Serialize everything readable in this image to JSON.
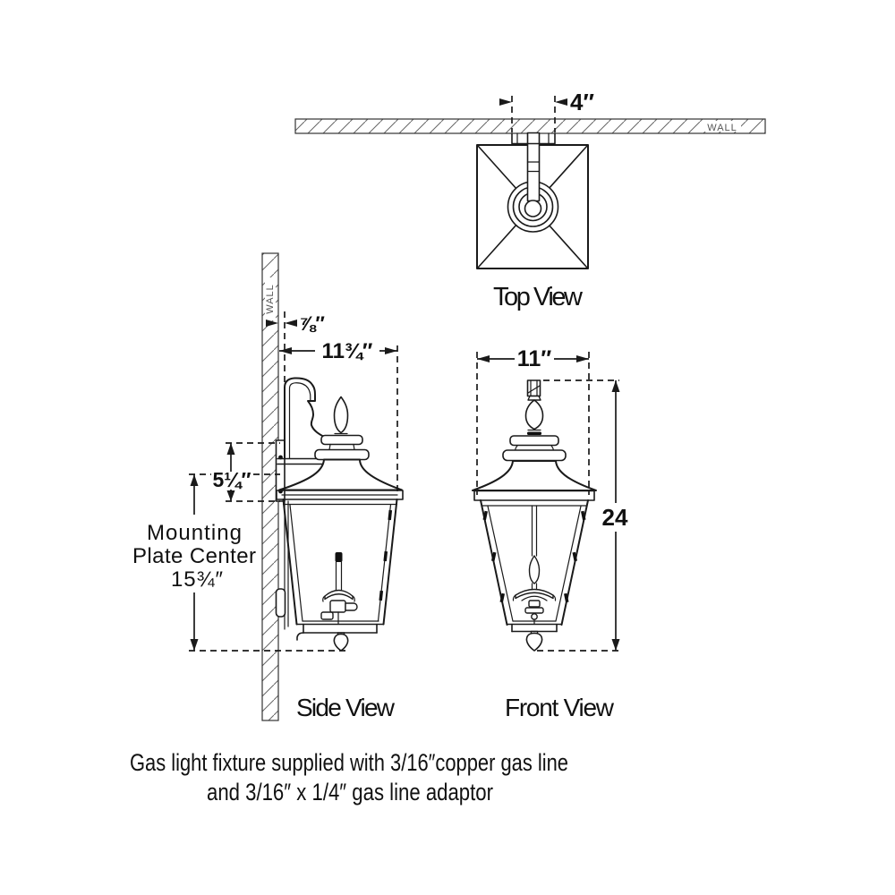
{
  "diagram": {
    "wall_label": "WALL",
    "top_view": {
      "title": "Top View",
      "bracket_width": "4″"
    },
    "side_view": {
      "title": "Side View",
      "wall_offset": "⅞″",
      "depth": "11¾″",
      "plate_height": "5¼″",
      "mounting_line1": "Mounting",
      "mounting_line2": "Plate Center",
      "mounting_line3": "15¾″"
    },
    "front_view": {
      "title": "Front View",
      "width": "11″",
      "height": "24"
    },
    "caption_line1": "Gas light fixture supplied with 3/16″copper gas line",
    "caption_line2": "and 3/16″ x 1/4″ gas line adaptor",
    "colors": {
      "line": "#1a1a1a",
      "hatch": "#666666",
      "background": "#ffffff"
    }
  }
}
